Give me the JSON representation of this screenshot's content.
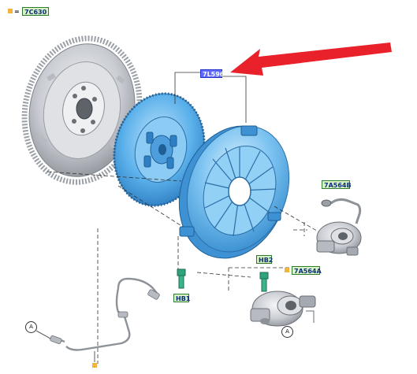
{
  "labels": {
    "flywheel": "7C630",
    "clutch_kit": "7L596",
    "slave_cyl_b": "7A564B",
    "slave_cyl_a": "7A564A",
    "bolt_hb1": "HB1",
    "bolt_hb2": "HB2",
    "prefix_marker": "=",
    "ref_a_left": "A",
    "ref_a_right": "A"
  },
  "colors": {
    "part_blue": "#5ab0ea",
    "part_gray": "#c9ccd2",
    "tag_green": "#d9f2c6",
    "tag_blue": "#5f6bff",
    "arrow_red": "#e8212a",
    "marker_orange": "#f2b43a"
  }
}
